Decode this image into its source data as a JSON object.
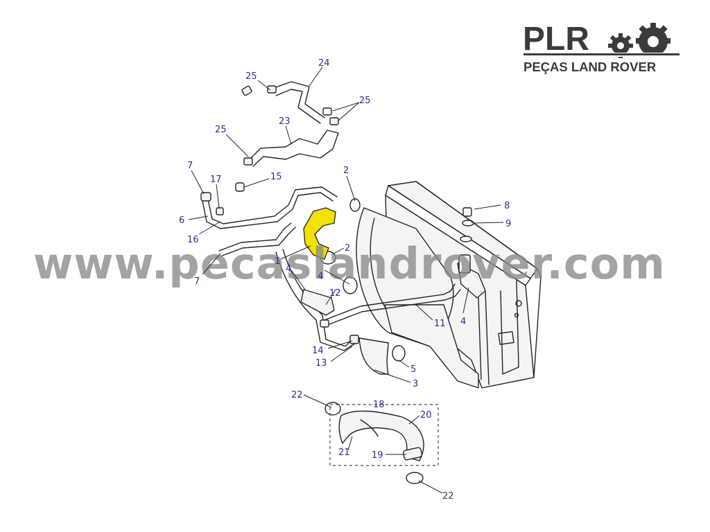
{
  "logo": {
    "brand": "PLR",
    "tagline": "PEÇAS LAND ROVER",
    "emblem_icon": "gears-icon",
    "color": "#3b3b3b"
  },
  "watermark": {
    "text": "www.pecaslandrover.com",
    "color": "#8a8a8a"
  },
  "colors": {
    "callout": "#2b2f8f",
    "line": "#222222",
    "highlight": "#f2e000"
  },
  "callouts": [
    "25",
    "24",
    "25",
    "23",
    "25",
    "7",
    "17",
    "15",
    "2",
    "6",
    "16",
    "7",
    "1",
    "4",
    "4",
    "2",
    "12",
    "8",
    "9",
    "11",
    "4",
    "14",
    "13",
    "5",
    "3",
    "22",
    "18",
    "20",
    "21",
    "19",
    "22"
  ],
  "highlighted_part": "1"
}
